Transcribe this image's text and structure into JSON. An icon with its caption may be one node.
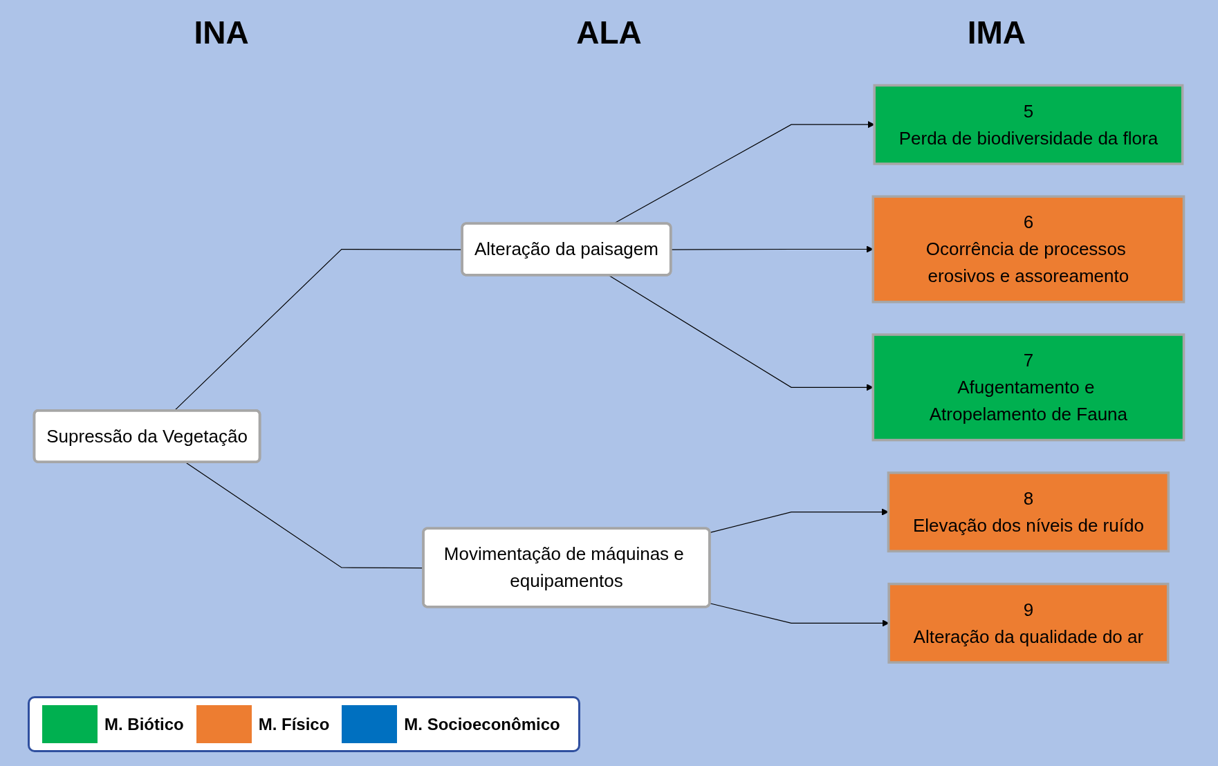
{
  "diagram": {
    "nodes": [
      {
        "text": [
          "Supressão da Vegetação"
        ]
      },
      {
        "text": [
          "Alteração da paisagem"
        ]
      },
      {
        "text": [
          "Movimentação de máquinas e equipamentos"
        ]
      },
      {
        "text": [
          "5",
          "Perda de biodiversidade da flora"
        ]
      },
      {
        "text": [
          "6",
          "Ocorrência de processos erosivos e assoreamento"
        ]
      },
      {
        "text": [
          "7",
          "Afugentamento e Atropelamento de Fauna"
        ]
      },
      {
        "text": [
          "8",
          "Elevação dos níveis de ruído"
        ]
      },
      {
        "text": [
          "9",
          "Alteração da qualidade do ar"
        ]
      }
    ],
    "edges": [
      {
        "from": 0,
        "to": 1,
        "arrow": "none"
      },
      {
        "from": 0,
        "to": 2,
        "arrow": "none"
      },
      {
        "from": 1,
        "to": 3,
        "arrow": "to"
      },
      {
        "from": 1,
        "to": 4,
        "arrow": "to"
      },
      {
        "from": 1,
        "to": 5,
        "arrow": "to"
      },
      {
        "from": 2,
        "to": 6,
        "arrow": "to"
      },
      {
        "from": 2,
        "to": 7,
        "arrow": "to"
      }
    ],
    "labels": [
      "INA",
      "ALA",
      "IMA"
    ],
    "legend": [
      {
        "text": "M. Biótico",
        "color": "#00b050"
      },
      {
        "text": "M. Físico",
        "color": "#ed7d31"
      },
      {
        "text": "M. Socioeconômico",
        "color": "#0070c0"
      }
    ]
  }
}
